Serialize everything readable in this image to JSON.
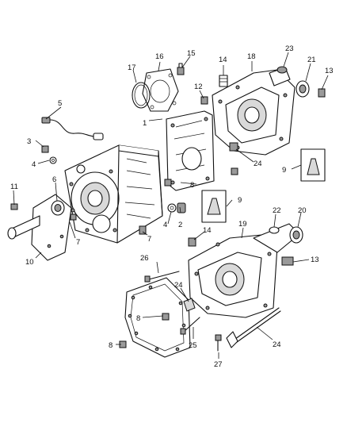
{
  "callouts": [
    {
      "id": "c1",
      "text": "1"
    },
    {
      "id": "c2",
      "text": "2"
    },
    {
      "id": "c3",
      "text": "3"
    },
    {
      "id": "c4a",
      "text": "4"
    },
    {
      "id": "c4b",
      "text": "4"
    },
    {
      "id": "c5",
      "text": "5"
    },
    {
      "id": "c6",
      "text": "6"
    },
    {
      "id": "c7a",
      "text": "7"
    },
    {
      "id": "c7b",
      "text": "7"
    },
    {
      "id": "c8a",
      "text": "8"
    },
    {
      "id": "c8b",
      "text": "8"
    },
    {
      "id": "c8c",
      "text": "8"
    },
    {
      "id": "c9a",
      "text": "9"
    },
    {
      "id": "c9b",
      "text": "9"
    },
    {
      "id": "c10",
      "text": "10"
    },
    {
      "id": "c11",
      "text": "11"
    },
    {
      "id": "c12",
      "text": "12"
    },
    {
      "id": "c13a",
      "text": "13"
    },
    {
      "id": "c13b",
      "text": "13"
    },
    {
      "id": "c14a",
      "text": "14"
    },
    {
      "id": "c14b",
      "text": "14"
    },
    {
      "id": "c15",
      "text": "15"
    },
    {
      "id": "c16",
      "text": "16"
    },
    {
      "id": "c17",
      "text": "17"
    },
    {
      "id": "c18",
      "text": "18"
    },
    {
      "id": "c19",
      "text": "19"
    },
    {
      "id": "c20",
      "text": "20"
    },
    {
      "id": "c21",
      "text": "21"
    },
    {
      "id": "c22",
      "text": "22"
    },
    {
      "id": "c23",
      "text": "23"
    },
    {
      "id": "c24a",
      "text": "24"
    },
    {
      "id": "c24b",
      "text": "24"
    },
    {
      "id": "c24c",
      "text": "24"
    },
    {
      "id": "c25",
      "text": "25"
    },
    {
      "id": "c26",
      "text": "26"
    },
    {
      "id": "c27",
      "text": "27"
    }
  ]
}
